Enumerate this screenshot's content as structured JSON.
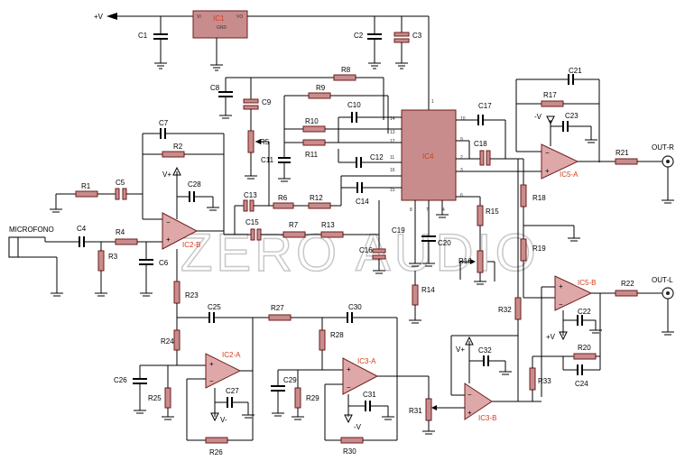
{
  "labels": {
    "vcc": "+V",
    "ic1": "IC1",
    "ic1_gnd": "GND",
    "ic1_pin_vi": "VI",
    "ic1_pin_vo": "VO",
    "ic4": "IC4",
    "ic2b": "IC2-B",
    "ic2a": "IC2-A",
    "ic3a": "IC3-A",
    "ic3b": "IC3-B",
    "ic5a": "IC5-A",
    "ic5b": "IC5-B",
    "mic": "MICROFONO",
    "out_r": "OUT-R",
    "out_l": "OUT-L",
    "vplus": "V+",
    "vminus": "V-",
    "plus_v": "+V",
    "minus_v": "-V",
    "watermark": "ZERO     AUDIO"
  },
  "components": [
    {
      "id": "C1",
      "label": "C1"
    },
    {
      "id": "C2",
      "label": "C2"
    },
    {
      "id": "C3",
      "label": "C3"
    },
    {
      "id": "C4",
      "label": "C4"
    },
    {
      "id": "C5",
      "label": "C5"
    },
    {
      "id": "C6",
      "label": "C6"
    },
    {
      "id": "C7",
      "label": "C7"
    },
    {
      "id": "C8",
      "label": "C8"
    },
    {
      "id": "C9",
      "label": "C9"
    },
    {
      "id": "C10",
      "label": "C10"
    },
    {
      "id": "C11",
      "label": "C11"
    },
    {
      "id": "C12",
      "label": "C12"
    },
    {
      "id": "C13",
      "label": "C13"
    },
    {
      "id": "C14",
      "label": "C14"
    },
    {
      "id": "C15",
      "label": "C15"
    },
    {
      "id": "C16",
      "label": "C16"
    },
    {
      "id": "C17",
      "label": "C17"
    },
    {
      "id": "C18",
      "label": "C18"
    },
    {
      "id": "C19",
      "label": "C19"
    },
    {
      "id": "C20",
      "label": "C20"
    },
    {
      "id": "C21",
      "label": "C21"
    },
    {
      "id": "C22",
      "label": "C22"
    },
    {
      "id": "C23",
      "label": "C23"
    },
    {
      "id": "C24",
      "label": "C24"
    },
    {
      "id": "C25",
      "label": "C25"
    },
    {
      "id": "C26",
      "label": "C26"
    },
    {
      "id": "C27",
      "label": "C27"
    },
    {
      "id": "C28",
      "label": "C28"
    },
    {
      "id": "C29",
      "label": "C29"
    },
    {
      "id": "C30",
      "label": "C30"
    },
    {
      "id": "C31",
      "label": "C31"
    },
    {
      "id": "C32",
      "label": "C32"
    },
    {
      "id": "R1",
      "label": "R1"
    },
    {
      "id": "R2",
      "label": "R2"
    },
    {
      "id": "R3",
      "label": "R3"
    },
    {
      "id": "R4",
      "label": "R4"
    },
    {
      "id": "R5",
      "label": "R5"
    },
    {
      "id": "R6",
      "label": "R6"
    },
    {
      "id": "R7",
      "label": "R7"
    },
    {
      "id": "R8",
      "label": "R8"
    },
    {
      "id": "R9",
      "label": "R9"
    },
    {
      "id": "R10",
      "label": "R10"
    },
    {
      "id": "R11",
      "label": "R11"
    },
    {
      "id": "R12",
      "label": "R12"
    },
    {
      "id": "R13",
      "label": "R13"
    },
    {
      "id": "R14",
      "label": "R14"
    },
    {
      "id": "R15",
      "label": "R15"
    },
    {
      "id": "R16",
      "label": "R16"
    },
    {
      "id": "R17",
      "label": "R17"
    },
    {
      "id": "R18",
      "label": "R18"
    },
    {
      "id": "R19",
      "label": "R19"
    },
    {
      "id": "R20",
      "label": "R20"
    },
    {
      "id": "R21",
      "label": "R21"
    },
    {
      "id": "R22",
      "label": "R22"
    },
    {
      "id": "R23",
      "label": "R23"
    },
    {
      "id": "R24",
      "label": "R24"
    },
    {
      "id": "R25",
      "label": "R25"
    },
    {
      "id": "R26",
      "label": "R26"
    },
    {
      "id": "R27",
      "label": "R27"
    },
    {
      "id": "R28",
      "label": "R28"
    },
    {
      "id": "R29",
      "label": "R29"
    },
    {
      "id": "R30",
      "label": "R30"
    },
    {
      "id": "R31",
      "label": "R31"
    },
    {
      "id": "R32",
      "label": "R32"
    },
    {
      "id": "R33",
      "label": "R33"
    }
  ],
  "ic4_pins": [
    "1",
    "14",
    "13",
    "12",
    "11",
    "16",
    "15",
    "10",
    "9",
    "2",
    "3",
    "6",
    "8",
    "7",
    "4"
  ]
}
